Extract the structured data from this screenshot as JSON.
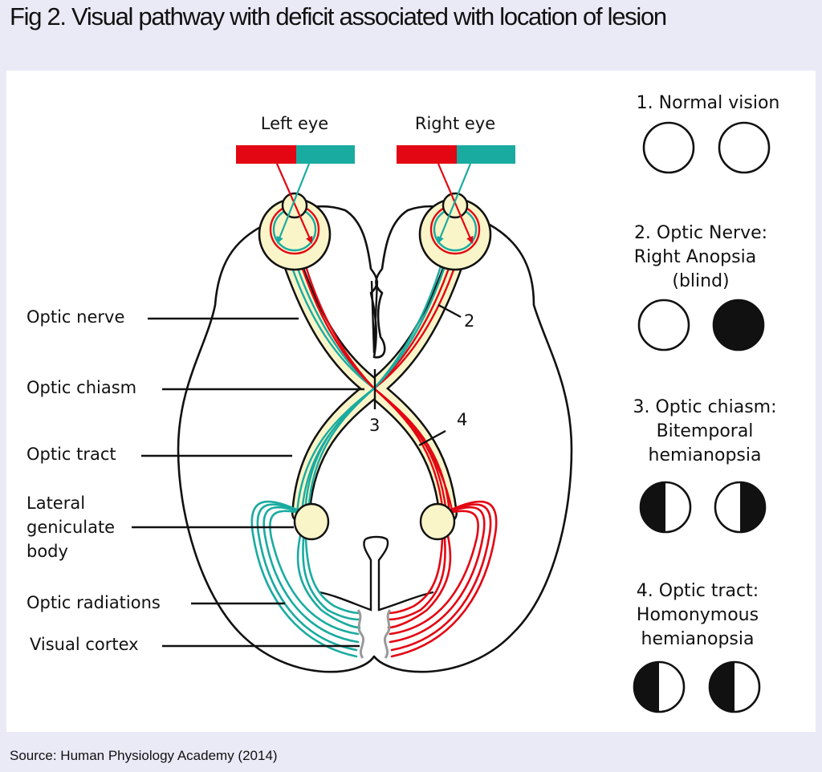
{
  "title": "Fig 2. Visual pathway with deficit associated with location of lesion",
  "source": "Source: Human Physiology Academy (2014)",
  "diagram": {
    "eyes": {
      "left": "Left eye",
      "right": "Right eye"
    },
    "labels": {
      "optic_nerve": "Optic nerve",
      "optic_chiasm": "Optic chiasm",
      "optic_tract": "Optic tract",
      "lgb_line1": "Lateral",
      "lgb_line2": "geniculate",
      "lgb_line3": "body",
      "optic_radiations": "Optic radiations",
      "visual_cortex": "Visual cortex"
    },
    "lesion_markers": [
      "2",
      "3",
      "4"
    ],
    "colors": {
      "temporal_red": "#e30613",
      "nasal_teal": "#1aaba0",
      "structure_fill": "#faf5c8"
    }
  },
  "deficits": [
    {
      "number": "1.",
      "lines": [
        "1. Normal vision"
      ],
      "left_field": "normal",
      "right_field": "normal"
    },
    {
      "number": "2.",
      "lines": [
        "2. Optic Nerve:",
        "Right Anopsia",
        "(blind)"
      ],
      "left_field": "normal",
      "right_field": "blind"
    },
    {
      "number": "3.",
      "lines": [
        "3. Optic chiasm:",
        "Bitemporal",
        "hemianopsia"
      ],
      "left_field": "left-half-black",
      "right_field": "right-half-black"
    },
    {
      "number": "4.",
      "lines": [
        "4. Optic tract:",
        "Homonymous",
        "hemianopsia"
      ],
      "left_field": "left-half-black",
      "right_field": "left-half-black"
    }
  ]
}
